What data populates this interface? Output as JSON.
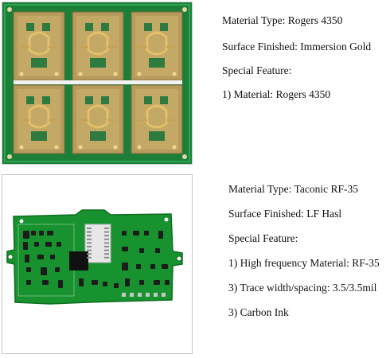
{
  "products": [
    {
      "image_alt": "Rogers 4350 immersion gold PCB panel",
      "lines": [
        "Material Type: Rogers 4350",
        "Surface Finished: Immersion Gold",
        "Special Feature:",
        "1) Material: Rogers 4350"
      ]
    },
    {
      "image_alt": "Taconic RF-35 green PCB with LF HASL finish",
      "lines": [
        "Material Type: Taconic RF-35",
        "Surface Finished: LF Hasl",
        "Special Feature:",
        "1) High frequency Material: RF-35",
        "3)  Trace width/spacing: 3.5/3.5mil",
        "3) Carbon Ink"
      ]
    }
  ],
  "colors": {
    "board_green": "#1a8a3e",
    "dark_green": "#0c5a22",
    "gold": "#c8a253",
    "black": "#1c1c1c"
  }
}
